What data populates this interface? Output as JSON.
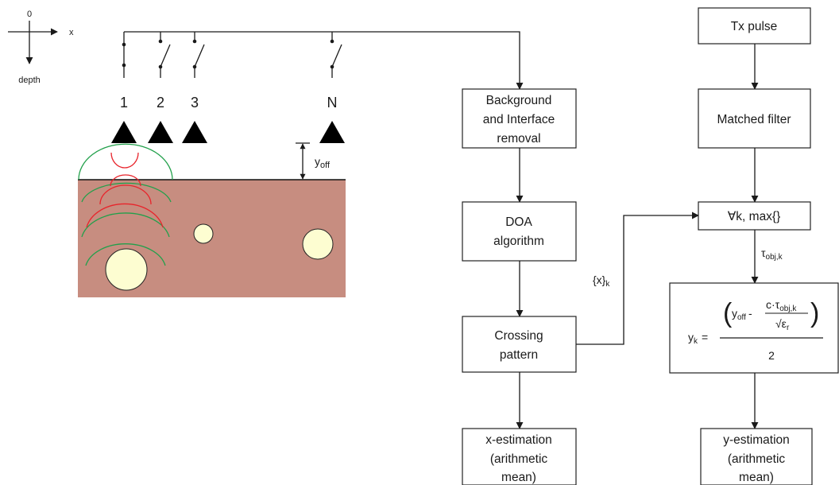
{
  "axes": {
    "origin": "0",
    "x_label": "x",
    "depth_label": "depth"
  },
  "antennas": [
    "1",
    "2",
    "3",
    "N"
  ],
  "offset": {
    "symbol": "y",
    "subscript": "off"
  },
  "left_flow": {
    "box1": [
      "Background",
      "and Interface",
      "removal"
    ],
    "box2": [
      "DOA",
      "algorithm"
    ],
    "box3": [
      "Crossing",
      "pattern"
    ],
    "box4": [
      "x-estimation",
      "(arithmetic",
      "mean)"
    ],
    "edge_label": {
      "main": "{x}",
      "sub": "k"
    }
  },
  "right_flow": {
    "box1": "Tx pulse",
    "box2": "Matched filter",
    "box3": "∀k, max{}",
    "tau_label": {
      "main": "τ",
      "sub": "obj,k"
    },
    "formula": {
      "lhs": "y",
      "lhs_sub": "k",
      "eq": "=",
      "yoff": "y",
      "yoff_sub": "off",
      "minus": "-",
      "num_c": "c·τ",
      "num_sub": "obj,k",
      "den_sqrt": "√ε",
      "den_sub": "r",
      "lparen": "(",
      "rparen": ")",
      "two": "2"
    },
    "box5": [
      "y-estimation",
      "(arithmetic",
      "mean)"
    ]
  },
  "colors": {
    "ground": "#c78d80",
    "target": "#fdfdd1",
    "red_wave": "#e8242b",
    "green_wave": "#22a04b",
    "line": "#1a1a1a"
  }
}
